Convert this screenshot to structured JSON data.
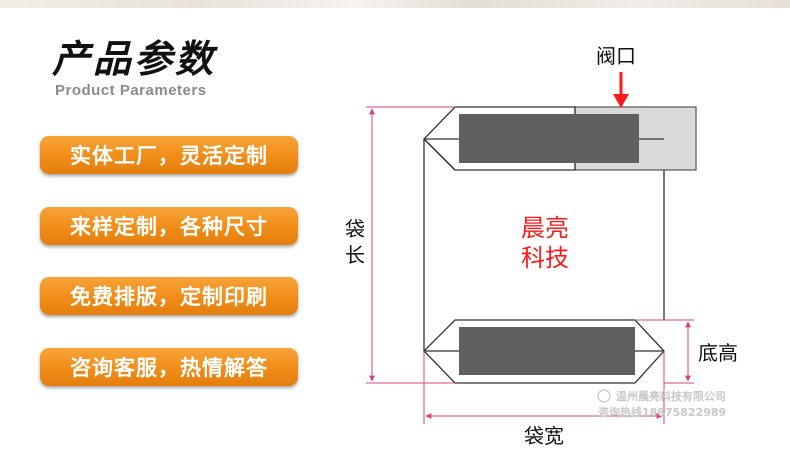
{
  "header": {
    "title": "产品参数",
    "subtitle": "Product Parameters"
  },
  "features": [
    "实体工厂，灵活定制",
    "来样定制，各种尺寸",
    "免费排版，定制印刷",
    "咨询客服，热情解答"
  ],
  "diagram": {
    "valve_label": "阀口",
    "length_label_line1": "袋",
    "length_label_line2": "长",
    "bottom_height_label": "底高",
    "width_label": "袋宽",
    "brand_line1": "晨亮",
    "brand_line2": "科技"
  },
  "watermark": {
    "line1": "温州晨亮科技有限公司",
    "line2": "咨询热线18875822989"
  },
  "colors": {
    "orange": "#f08c17",
    "dimension_line": "#d9437a",
    "valve_arrow": "#ff1a1a",
    "dark_panel": "#606060",
    "valve_fill": "#d9d9d9"
  }
}
